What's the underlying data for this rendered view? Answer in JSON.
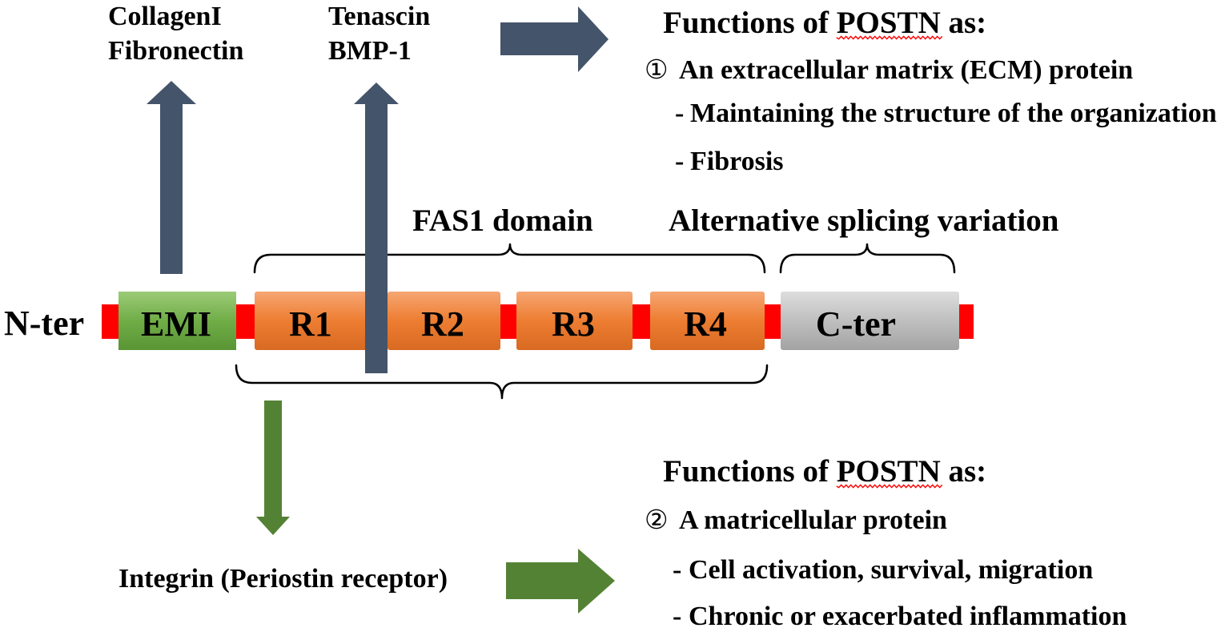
{
  "partners_emi": [
    "CollagenI",
    "Fibronectin"
  ],
  "partners_fas1": [
    "Tenascin",
    "BMP-1"
  ],
  "ecm_role": {
    "heading_prefix": "Functions of ",
    "heading_highlight": "POSTN",
    "heading_suffix": " as:",
    "marker": "①",
    "title": "An extracellular matrix (ECM) protein",
    "items": [
      {
        "dash": "-",
        "text": "Maintaining the structure of the organization"
      },
      {
        "dash": "-",
        "text": "Fibrosis"
      }
    ]
  },
  "regions": {
    "fas1": "FAS1 domain",
    "splicing": "Alternative splicing variation"
  },
  "protein": {
    "n_terminus": "N-ter",
    "domains": [
      {
        "label": "EMI"
      },
      {
        "label": "R1"
      },
      {
        "label": "R2"
      },
      {
        "label": "R3"
      },
      {
        "label": "R4"
      },
      {
        "label": "C-ter"
      }
    ]
  },
  "receptor": "Integrin (Periostin receptor)",
  "matricellular_role": {
    "heading_prefix": "Functions of ",
    "heading_highlight": "POSTN",
    "heading_suffix": " as:",
    "marker": "②",
    "title": "A matricellular protein",
    "items": [
      {
        "dash": "-",
        "text": "Cell activation, survival, migration"
      },
      {
        "dash": "-",
        "text": "Chronic or exacerbated inflammation"
      }
    ]
  },
  "colors": {
    "arrow_blue": "#44546A",
    "arrow_green": "#548235",
    "linker": "#FF0000",
    "emi": "#70AD47",
    "fas1_repeat": "#ED7D31",
    "c_terminal": "#BFBFBF",
    "bullet": "#FF0000",
    "spellcheck": "#FF0000"
  }
}
